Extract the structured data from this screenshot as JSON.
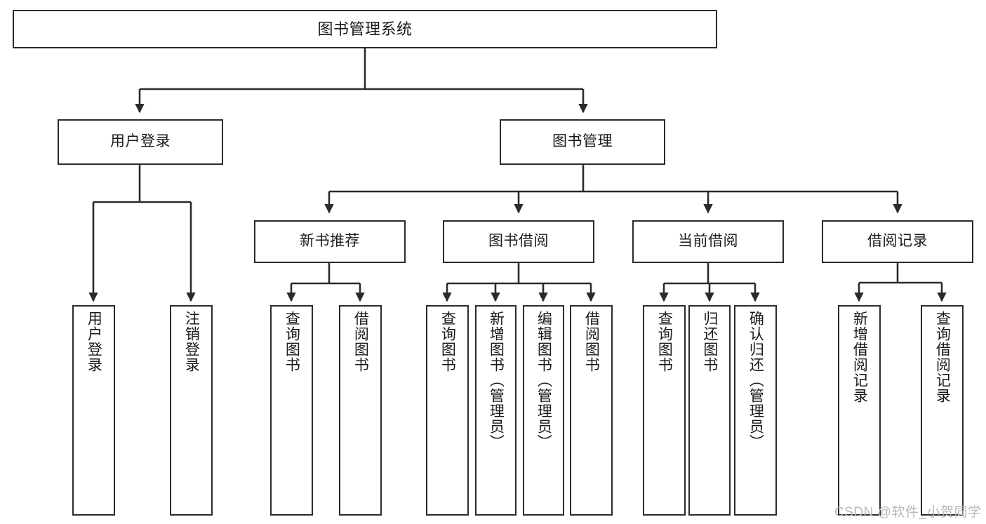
{
  "diagram": {
    "title": "图书管理系统",
    "watermark": "CSDN @软件_小贺同学",
    "line_color": "#2b2b2b",
    "box_border_color": "#2b2b2b",
    "box_fill_color": "#ffffff",
    "text_color": "#1a1a1a",
    "watermark_color": "#b9b9b9",
    "nodes": {
      "root": "图书管理系统",
      "level2": [
        "用户登录",
        "图书管理"
      ],
      "level3": [
        "新书推荐",
        "图书借阅",
        "当前借阅",
        "借阅记录"
      ],
      "leaves": {
        "user_login": [
          "用户登录",
          "注销登录"
        ],
        "new_book_recommend": [
          "查询图书",
          "借阅图书"
        ],
        "book_borrow": [
          "查询图书",
          "新增图书（管理员）",
          "编辑图书（管理员）",
          "借阅图书"
        ],
        "current_borrow": [
          "查询图书",
          "归还图书",
          "确认归还（管理员）"
        ],
        "borrow_record": [
          "新增借阅记录",
          "查询借阅记录"
        ]
      }
    }
  }
}
